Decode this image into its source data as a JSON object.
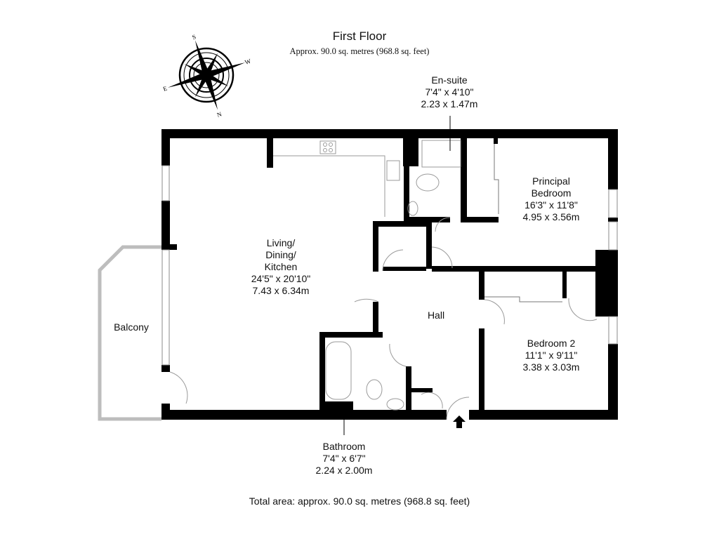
{
  "header": {
    "title": "First Floor",
    "subtitle": "Approx. 90.0 sq. metres (968.8 sq. feet)"
  },
  "compass": {
    "icon": "compass-rose-icon",
    "letters": [
      "S",
      "W",
      "N",
      "E"
    ]
  },
  "rooms": {
    "living": {
      "name1": "Living/",
      "name2": "Dining/",
      "name3": "Kitchen",
      "imperial": "24'5\" x 20'10\"",
      "metric": "7.43 x 6.34m"
    },
    "ensuite": {
      "name": "En-suite",
      "imperial": "7'4\" x 4'10\"",
      "metric": "2.23 x 1.47m"
    },
    "principal": {
      "name1": "Principal",
      "name2": "Bedroom",
      "imperial": "16'3\" x 11'8\"",
      "metric": "4.95 x 3.56m"
    },
    "hall": {
      "name": "Hall"
    },
    "bedroom2": {
      "name": "Bedroom 2",
      "imperial": "11'1\" x 9'11\"",
      "metric": "3.38 x 3.03m"
    },
    "balcony": {
      "name": "Balcony"
    },
    "bathroom": {
      "name": "Bathroom",
      "imperial": "7'4\" x 6'7\"",
      "metric": "2.24 x 2.00m"
    }
  },
  "footer": {
    "total": "Total area: approx. 90.0 sq. metres (968.8 sq. feet)"
  },
  "colors": {
    "wall": "#000000",
    "fixture": "#9a9a9a",
    "balcony": "#bdbdbd"
  }
}
